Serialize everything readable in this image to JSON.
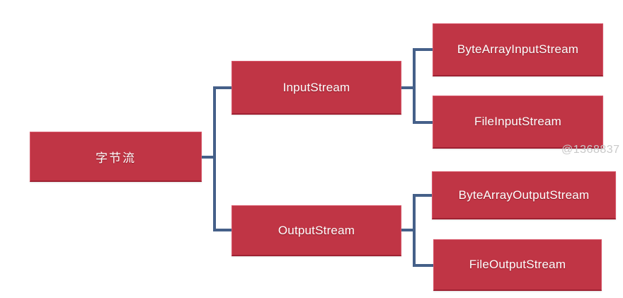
{
  "diagram": {
    "type": "hierarchy-tree",
    "background_color": "#ffffff",
    "node_fill_color": "#c03545",
    "node_text_color": "#ffffff",
    "connector_color": "#456089",
    "root": {
      "id": "root",
      "label": "字节流"
    },
    "branches": [
      {
        "id": "input-stream",
        "label": "InputStream",
        "children": [
          {
            "id": "byte-array-input-stream",
            "label": "ByteArrayInputStream"
          },
          {
            "id": "file-input-stream",
            "label": "FileInputStream"
          }
        ]
      },
      {
        "id": "output-stream",
        "label": "OutputStream",
        "children": [
          {
            "id": "byte-array-output-stream",
            "label": "ByteArrayOutputStream"
          },
          {
            "id": "file-output-stream",
            "label": "FileOutputStream"
          }
        ]
      }
    ]
  },
  "watermark": {
    "text": "@1368837"
  }
}
